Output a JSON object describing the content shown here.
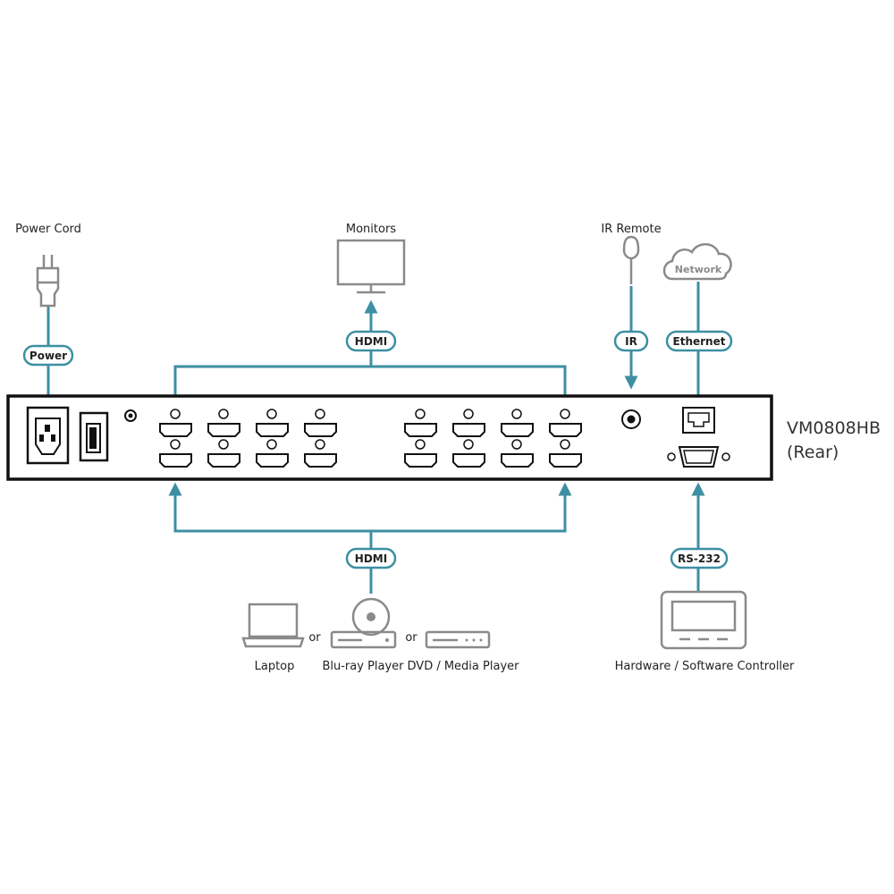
{
  "device": {
    "model": "VM0808HB",
    "view": "(Rear)"
  },
  "colors": {
    "connector": "#3d8fa3",
    "device_outline": "#111111",
    "icon_grey": "#8a8a8a"
  },
  "connections": {
    "power": "Power",
    "hdmi_out": "HDMI",
    "ir": "IR",
    "ethernet": "Ethernet",
    "hdmi_in": "HDMI",
    "rs232": "RS-232"
  },
  "peripherals": {
    "power_cord": "Power Cord",
    "monitors": "Monitors",
    "ir_remote": "IR Remote",
    "network": "Network",
    "laptop": "Laptop",
    "bluray_player": "Blu-ray Player",
    "dvd_media_player": "DVD / Media Player",
    "controller": "Hardware / Software Controller",
    "or_1": "or",
    "or_2": "or"
  },
  "icons": {
    "power_plug": "power-plug-icon",
    "monitor": "monitor-icon",
    "ir_remote": "ir-remote-icon",
    "network": "cloud-icon",
    "laptop": "laptop-icon",
    "bluray": "disc-player-icon",
    "dvd": "dvd-player-icon",
    "controller": "controller-panel-icon"
  }
}
